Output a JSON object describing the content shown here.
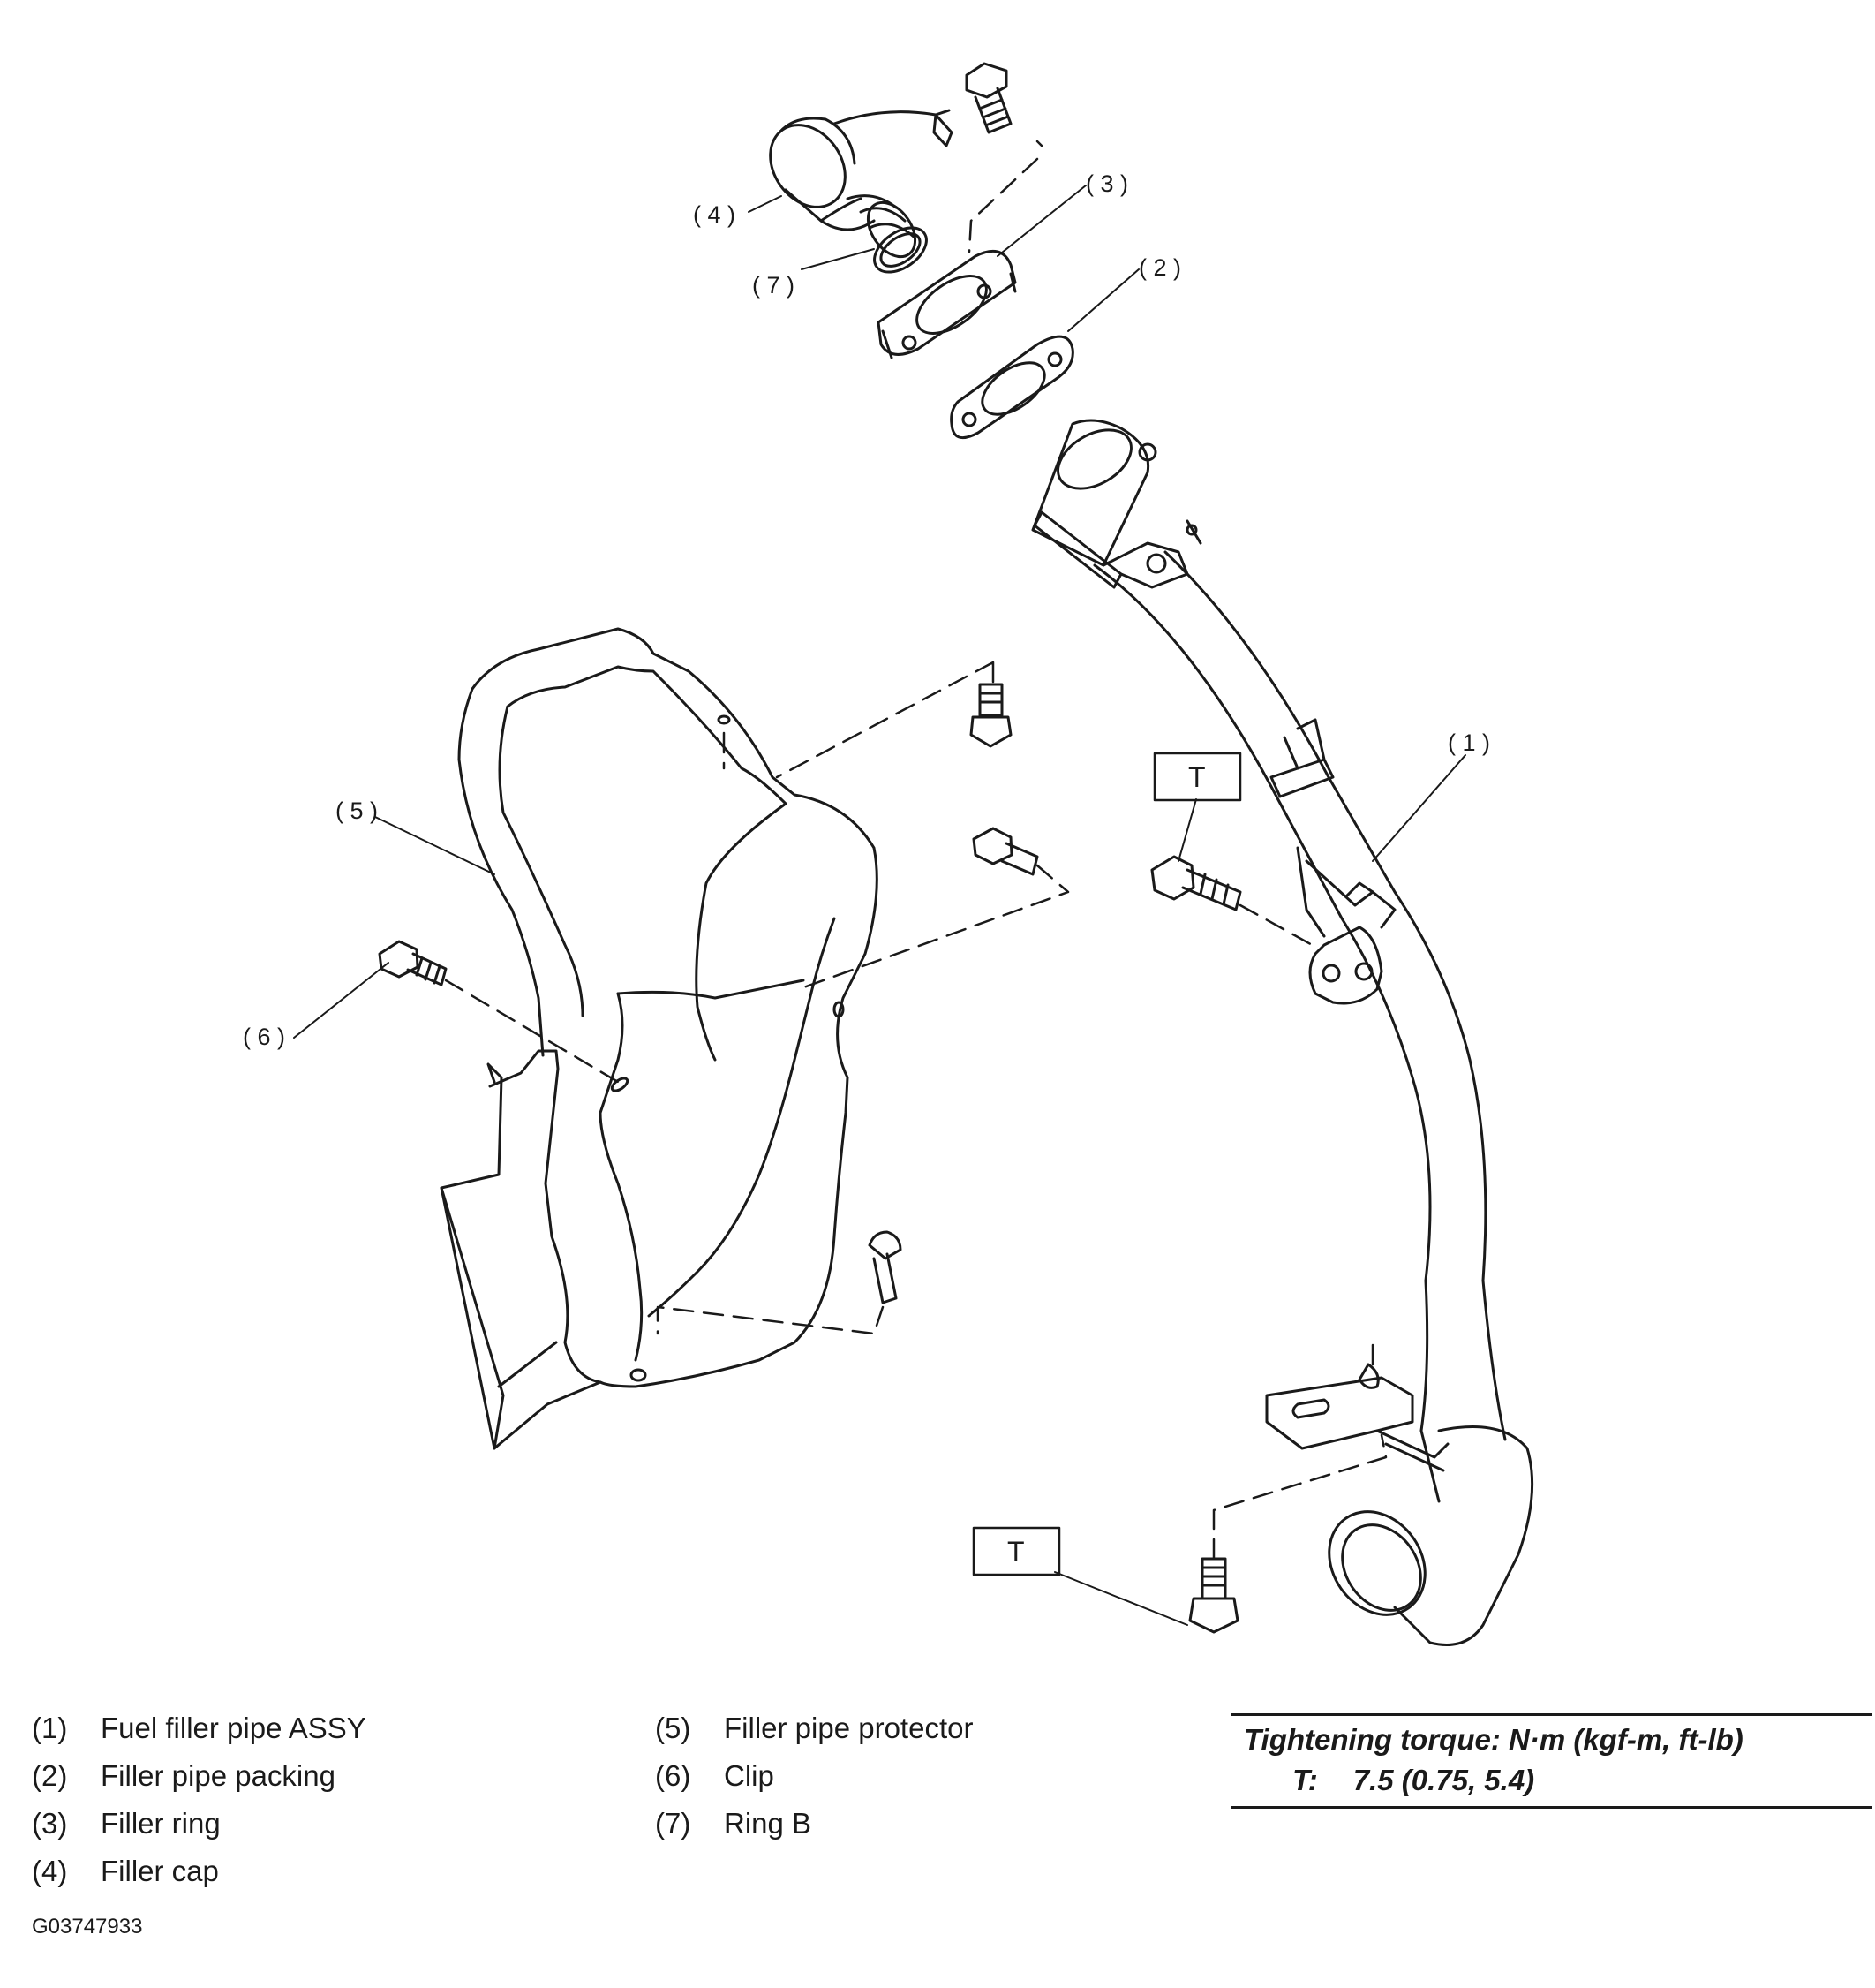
{
  "callouts": {
    "c1": "( 1 )",
    "c2": "( 2 )",
    "c3": "( 3 )",
    "c4": "( 4 )",
    "c5": "( 5 )",
    "c6": "( 6 )",
    "c7": "( 7 )"
  },
  "torque_marker": "T",
  "legend": [
    {
      "num": "(1)",
      "label": "Fuel filler pipe ASSY"
    },
    {
      "num": "(2)",
      "label": "Filler pipe packing"
    },
    {
      "num": "(3)",
      "label": "Filler ring"
    },
    {
      "num": "(4)",
      "label": "Filler cap"
    },
    {
      "num": "(5)",
      "label": "Filler pipe protector"
    },
    {
      "num": "(6)",
      "label": "Clip"
    },
    {
      "num": "(7)",
      "label": "Ring B"
    }
  ],
  "torque": {
    "heading": "Tightening torque: N·m (kgf-m, ft-lb)",
    "symbol": "T:",
    "value": "7.5 (0.75, 5.4)"
  },
  "figure_code": "G03747933"
}
